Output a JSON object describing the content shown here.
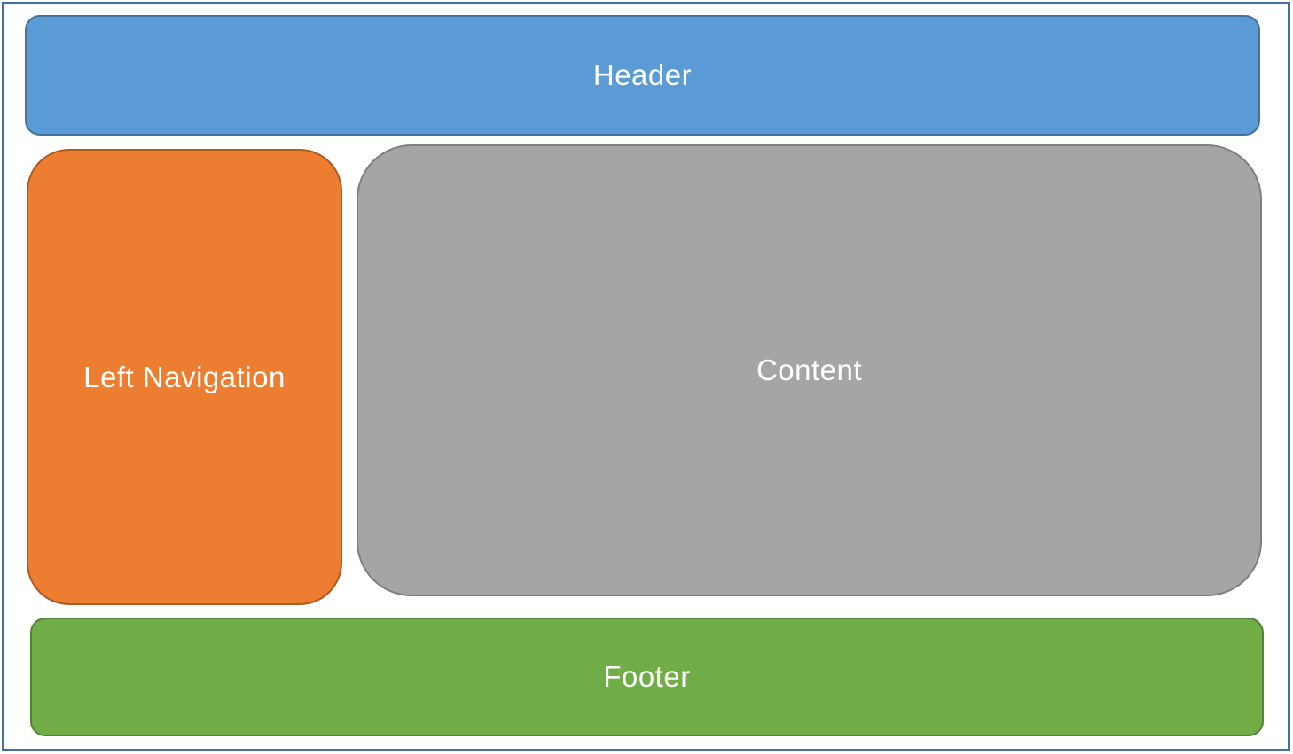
{
  "page": {
    "background_color": "#FFFFFF",
    "frame_border_color": "#41719C",
    "label_text_color": "#FFFFFF"
  },
  "diagram": {
    "type": "layout-wireframe",
    "regions": [
      {
        "id": "header",
        "label": "Header",
        "fill": "#5B9BD5",
        "border_color": "#41719C"
      },
      {
        "id": "left-navigation",
        "label": "Left Navigation",
        "fill": "#ED7D31",
        "border_color": "#AE5A21"
      },
      {
        "id": "content",
        "label": "Content",
        "fill": "#A5A5A5",
        "border_color": "#7F7F7F"
      },
      {
        "id": "footer",
        "label": "Footer",
        "fill": "#70AD47",
        "border_color": "#548235"
      }
    ]
  }
}
